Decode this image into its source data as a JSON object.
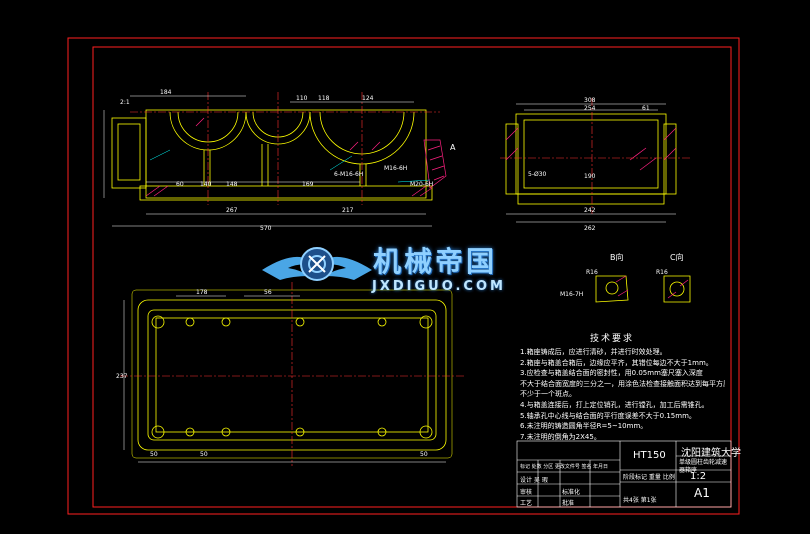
{
  "drawing": {
    "technical_requirements_title": "技术要求",
    "technical_requirements": [
      "1.箱座铸成后，应进行清砂，并进行时效处理。",
      "2.箱座与箱盖合箱后，边缘应平齐，其错位每边不大于1mm。",
      "3.应检查与箱盖结合面的密封性，用0.05mm塞尺塞入深度",
      "不大于结合面宽度的三分之一，用涂色法检查接触面积达到每平方厘米",
      "不少于一个斑点。",
      "4.与箱盖连接后，打上定位销孔，进行镗孔，加工后需锥孔。",
      "5.轴承孔中心线与结合面的平行度误差不大于0.15mm。",
      "6.未注明的铸造圆角半径R=5~10mm。",
      "7.未注明的倒角为2X45。"
    ],
    "title_block": {
      "material": "HT150",
      "university": "沈阳建筑大学",
      "part_name": "单级圆柱齿轮减速器箱座",
      "scale": "1:2",
      "sheet_size": "A1",
      "rows_left": [
        "标记",
        "处数",
        "分区",
        "更改文件号",
        "签名",
        "年月日"
      ],
      "designer_row": "设计  吴  瑕",
      "standardization": "标准化",
      "approve_row": "审核",
      "process_row": "工艺",
      "approve2": "批准",
      "stage_label": "阶段标记  重量  比例",
      "sheets_label": "共4张  第1张"
    },
    "view_labels": {
      "view_b": "B向",
      "view_c": "C向",
      "section_a": "A"
    },
    "dimensions_front": [
      "184",
      "110",
      "140",
      "118",
      "124",
      "267",
      "217",
      "570",
      "60",
      "148",
      "169",
      "2:1",
      "M16-6H",
      "M20-6H",
      "6-M16-6H"
    ],
    "dimensions_side": [
      "308",
      "254",
      "61",
      "190",
      "242",
      "262",
      "5-Ø30"
    ],
    "dimensions_top": [
      "50",
      "50",
      "50",
      "237",
      "178",
      "56"
    ],
    "detail_labels": [
      "R16",
      "R16",
      "M16-7H"
    ]
  },
  "watermark": {
    "logo_text": "机械帝国",
    "logo_domain": "JXDIGUO.COM"
  },
  "colors": {
    "background": "#000000",
    "frame": "#ff2020",
    "outline": "#ffff00",
    "dimension": "#ffffff",
    "center_line": "#ff3030",
    "hatch": "#ff2080",
    "leader": "#00ffff",
    "logo": "#8fd0ff"
  }
}
